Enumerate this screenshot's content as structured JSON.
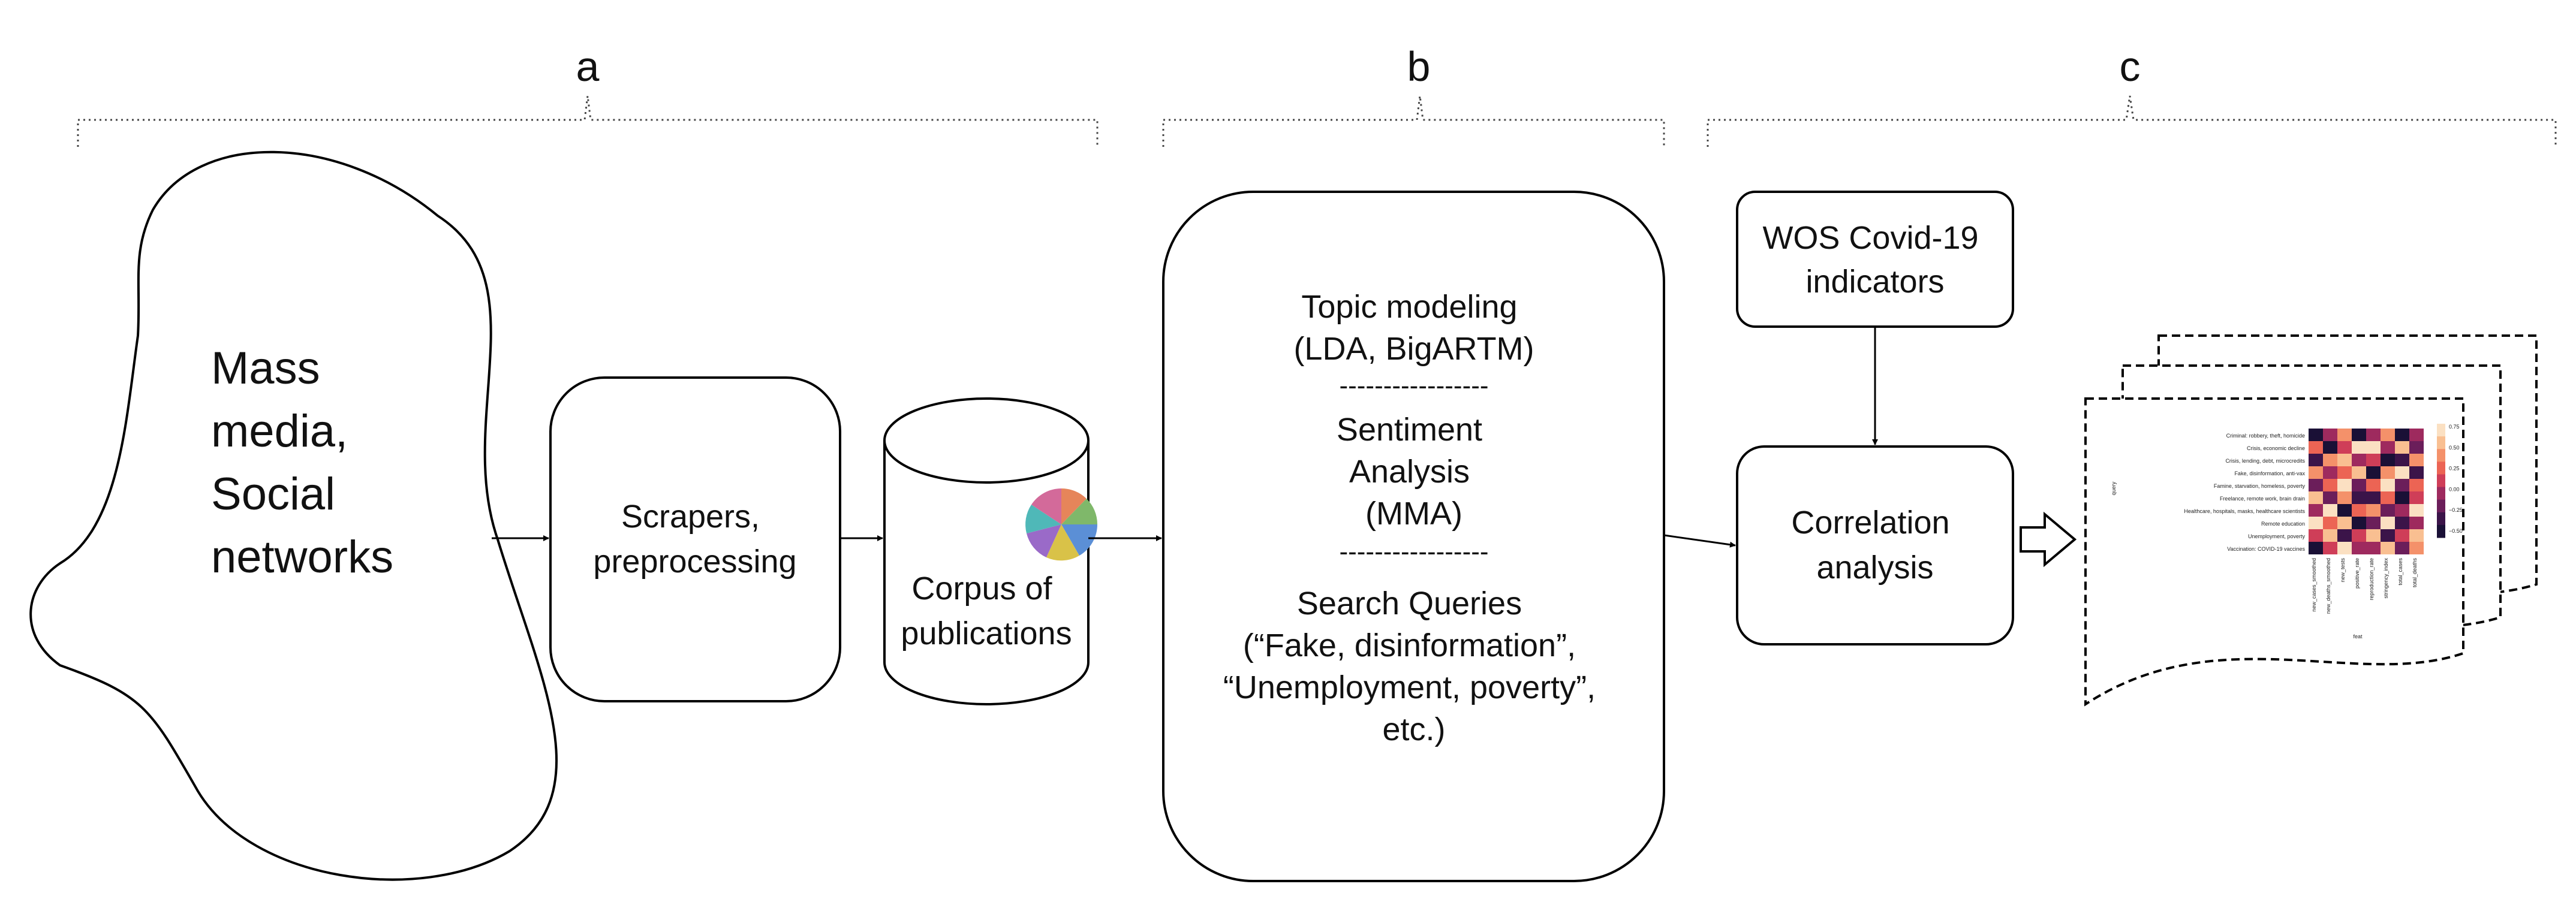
{
  "sections": {
    "a": "a",
    "b": "b",
    "c": "c"
  },
  "nodes": {
    "mass_media": [
      "Mass",
      "media,",
      "Social",
      "networks"
    ],
    "scrapers": [
      "Scrapers,",
      "preprocessing"
    ],
    "corpus": [
      "Corpus of",
      "publications"
    ],
    "analysis": {
      "topic": [
        "Topic modeling",
        "(LDA, BigARTM)"
      ],
      "divider_1": "-----------------",
      "sentiment": [
        "Sentiment",
        "Analysis",
        "(MMA)"
      ],
      "divider_2": "-----------------",
      "search": [
        "Search Queries",
        "(“Fake, disinformation”,",
        "“Unemployment, poverty”,",
        "etc.)"
      ]
    },
    "wos": [
      "WOS Covid-19",
      "indicators"
    ],
    "correlation": [
      "Correlation",
      "analysis"
    ]
  },
  "heatmap_thumbnail": {
    "rows": [
      "Criminal: robbery, theft, homicide",
      "Crisis, economic decline",
      "Crisis, lending, debt, microcredits",
      "Fake, disinformation, anti-vax",
      "Famine, starvation, homeless, poverty",
      "Freelance, remote work, brain drain",
      "Healthcare, hospitals, masks, healthcare scientists",
      "Remote education",
      "Unemployment, poverty",
      "Vaccination: COVID-19 vaccines"
    ],
    "columns": [
      "new_cases_smoothed",
      "new_deaths_smoothed",
      "new_tests",
      "positive_rate",
      "reproduction_rate",
      "stringency_index",
      "total_cases",
      "total_deaths"
    ],
    "ylabel": "query",
    "xlabel": "feat",
    "colorbar_ticks": [
      "0.75",
      "0.50",
      "0.25",
      "0.00",
      "−0.25",
      "−0.50"
    ]
  }
}
